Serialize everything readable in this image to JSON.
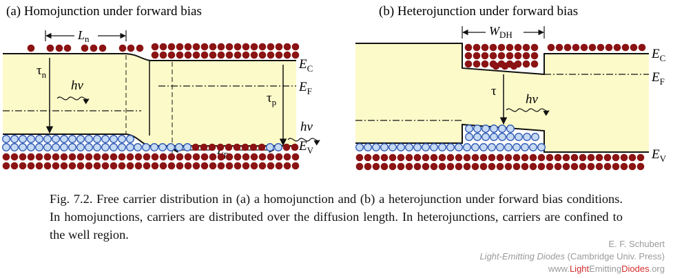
{
  "panel_a": {
    "title": "(a) Homojunction under forward bias",
    "labels": {
      "Ln": "L",
      "Ln_sub": "n",
      "Lp": "L",
      "Lp_sub": "p",
      "tau_n": "τ",
      "tau_n_sub": "n",
      "tau_p": "τ",
      "tau_p_sub": "p",
      "hv": "hν",
      "EC": "E",
      "EC_sub": "C",
      "EF": "E",
      "EF_sub": "F",
      "EV": "E",
      "EV_sub": "V"
    }
  },
  "panel_b": {
    "title": "(b) Heterojunction under forward bias",
    "labels": {
      "WDH": "W",
      "WDH_sub": "DH",
      "tau": "τ",
      "hv": "hν",
      "EC": "E",
      "EC_sub": "C",
      "EF": "E",
      "EF_sub": "F",
      "EV": "E",
      "EV_sub": "V"
    }
  },
  "caption": "Fig. 7.2. Free carrier distribution in (a) a homojunction and (b) a heterojunction under forward bias conditions. In homojunctions, carriers are distributed over the diffusion length. In heterojunctions, carriers are confined to the well region.",
  "credit": {
    "author": "E. F. Schubert",
    "book": "Light-Emitting Diodes",
    "publisher": "(Cambridge Univ. Press)",
    "web_prefix": "www.",
    "web_w1": "Light",
    "web_w2": "Emitting",
    "web_w3": "Diodes",
    "web_suffix": ".org"
  },
  "colors": {
    "band_fill": "#fdfac9",
    "electron": "#8b1313",
    "hole_fill": "#c6daf4",
    "hole_stroke": "#2a55b0",
    "highlight": "#d32b2b",
    "credit_gray": "#9a9a9a"
  }
}
